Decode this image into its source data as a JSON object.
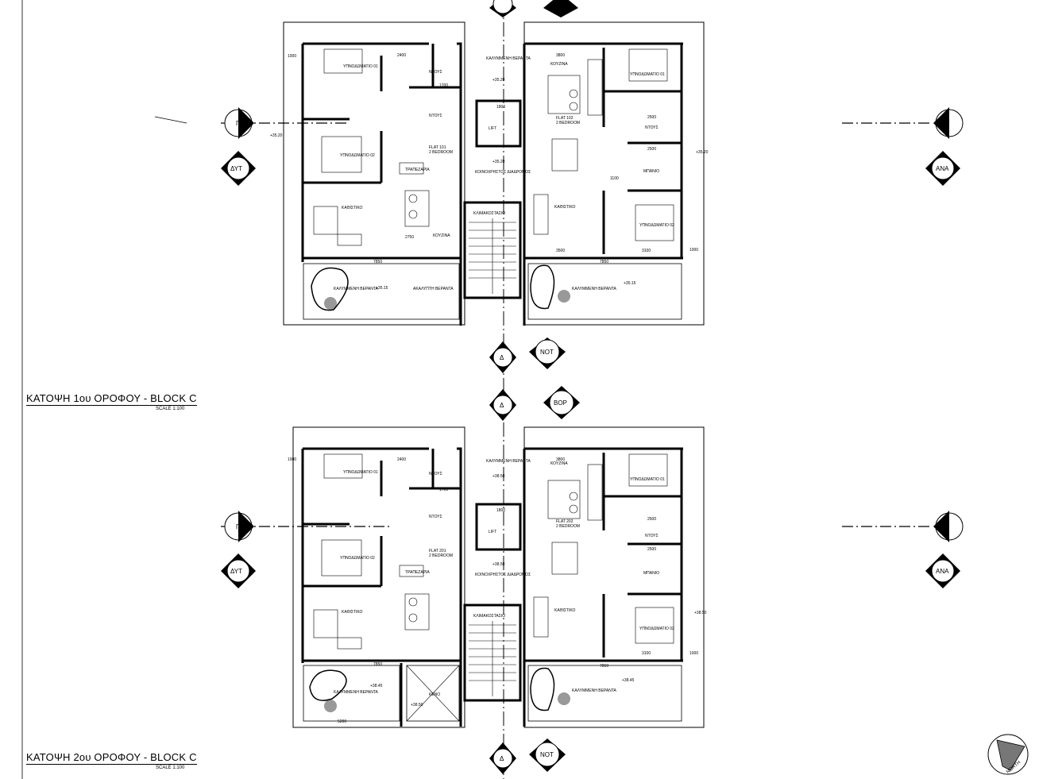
{
  "drawing": {
    "plans": [
      {
        "title": "ΚΑΤΟΨΗ 1ου ΟΡΟΦΟΥ - BLOCK C",
        "scale": "SCALE   1:100",
        "flat_left": "FLAT 101",
        "flat_right": "FLAT 102",
        "level_main": "+35.20",
        "level_veranda": "+35.15",
        "left_veranda": "ΚΑΛΥΜΜΕΝΗ ΒΕΡΑΝΤΑ",
        "middle_label": "ΑΚΑΛΥΠΤΗ ΒΕΡΑΝΤΑ"
      },
      {
        "title": "ΚΑΤΟΨΗ 2ου ΟΡΟΦΟΥ  - BLOCK C",
        "scale": "SCALE   1:100",
        "flat_left": "FLAT 201",
        "flat_right": "FLAT 202",
        "level_main": "+38.50",
        "level_veranda": "+38.45",
        "left_veranda": "ΚΑΛΥΜΜΕΝΗ ΒΕΡΑΝΤΑ",
        "middle_label": "ΚΕΝΟ"
      }
    ],
    "rooms": {
      "bed1": "ΥΠΝΟΔΩΜΑΤΙΟ 01",
      "bed2": "ΥΠΝΟΔΩΜΑΤΙΟ 02",
      "wc": "ΝΤΟΥΣ",
      "dining": "ΤΡΑΠΕΖΑΡΙΑ",
      "living": "ΚΑΘΙΣΤΙΚΟ",
      "kitchen": "ΚΟΥΖΙΝΑ",
      "bath": "ΜΠΑΝΙΟ",
      "covered_veranda": "ΚΑΛΥΜΜΕΝΗ ΒΕΡΑΝΤΑ",
      "corridor": "ΚΟΙΝΟΧΡΗΣΤΟΣ ΔΙΑΔΡΟΜΟΣ",
      "stairwell": "ΚΛΙΜΑΚΟΣΤΑΣΙΟ",
      "lift": "LIFT",
      "flat_type": "2 BEDROOM"
    },
    "dimensions": {
      "d7850": "7850",
      "d3100": "3100",
      "d3500": "3500",
      "d2400": "2400",
      "d3800": "3800",
      "d2500": "2500",
      "d1700": "1700",
      "d1800": "1800",
      "d1100": "1100",
      "d1000": "1000",
      "d5200": "5200",
      "d2750": "2750"
    },
    "section_markers": {
      "gamma": "Γ",
      "delta": "Δ",
      "west": "ΔΥΤ",
      "east": "ΑΝΑ",
      "south": "ΝΟΤ",
      "north_gr": "ΒΟΡ"
    },
    "north_arrow": "NORTH"
  }
}
